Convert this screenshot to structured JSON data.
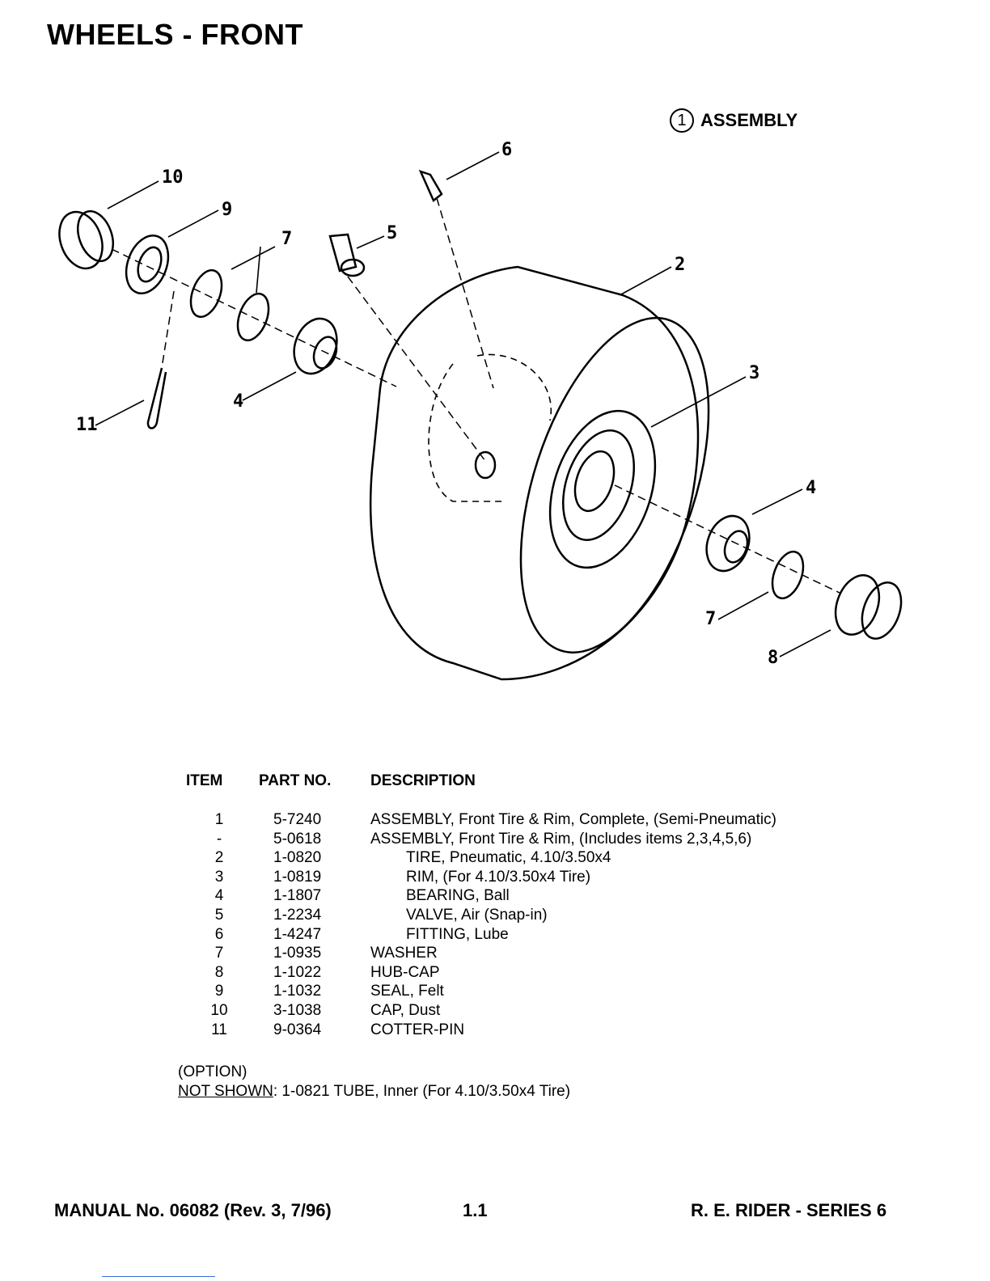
{
  "title": "WHEELS - FRONT",
  "assembly_label": {
    "num": "1",
    "text": "ASSEMBLY"
  },
  "callouts": [
    "10",
    "9",
    "7",
    "5",
    "6",
    "2",
    "3",
    "4",
    "11",
    "4",
    "7",
    "8"
  ],
  "table": {
    "headers": {
      "item": "ITEM",
      "part": "PART NO.",
      "desc": "DESCRIPTION"
    },
    "rows": [
      {
        "item": "1",
        "part": "5-7240",
        "desc": "ASSEMBLY, Front Tire & Rim, Complete, (Semi-Pneumatic)",
        "indent": false
      },
      {
        "item": "-",
        "part": "5-0618",
        "desc": "ASSEMBLY, Front Tire & Rim, (Includes items 2,3,4,5,6)",
        "indent": false
      },
      {
        "item": "2",
        "part": "1-0820",
        "desc": "TIRE, Pneumatic, 4.10/3.50x4",
        "indent": true
      },
      {
        "item": "3",
        "part": "1-0819",
        "desc": "RIM, (For 4.10/3.50x4 Tire)",
        "indent": true
      },
      {
        "item": "4",
        "part": "1-1807",
        "desc": "BEARING, Ball",
        "indent": true
      },
      {
        "item": "5",
        "part": "1-2234",
        "desc": "VALVE, Air (Snap-in)",
        "indent": true
      },
      {
        "item": "6",
        "part": "1-4247",
        "desc": "FITTING, Lube",
        "indent": true
      },
      {
        "item": "7",
        "part": "1-0935",
        "desc": "WASHER",
        "indent": false
      },
      {
        "item": "8",
        "part": "1-1022",
        "desc": "HUB-CAP",
        "indent": false
      },
      {
        "item": "9",
        "part": "1-1032",
        "desc": "SEAL, Felt",
        "indent": false
      },
      {
        "item": "10",
        "part": "3-1038",
        "desc": "CAP, Dust",
        "indent": false
      },
      {
        "item": "11",
        "part": "9-0364",
        "desc": "COTTER-PIN",
        "indent": false
      }
    ]
  },
  "option": {
    "line1": "(OPTION)",
    "not_shown_label": "NOT SHOWN",
    "not_shown_text": ": 1-0821 TUBE, Inner (For 4.10/3.50x4 Tire)"
  },
  "footer": {
    "left": "MANUAL No. 06082 (Rev. 3, 7/96)",
    "center": "1.1",
    "right": "R. E. RIDER - SERIES 6"
  }
}
